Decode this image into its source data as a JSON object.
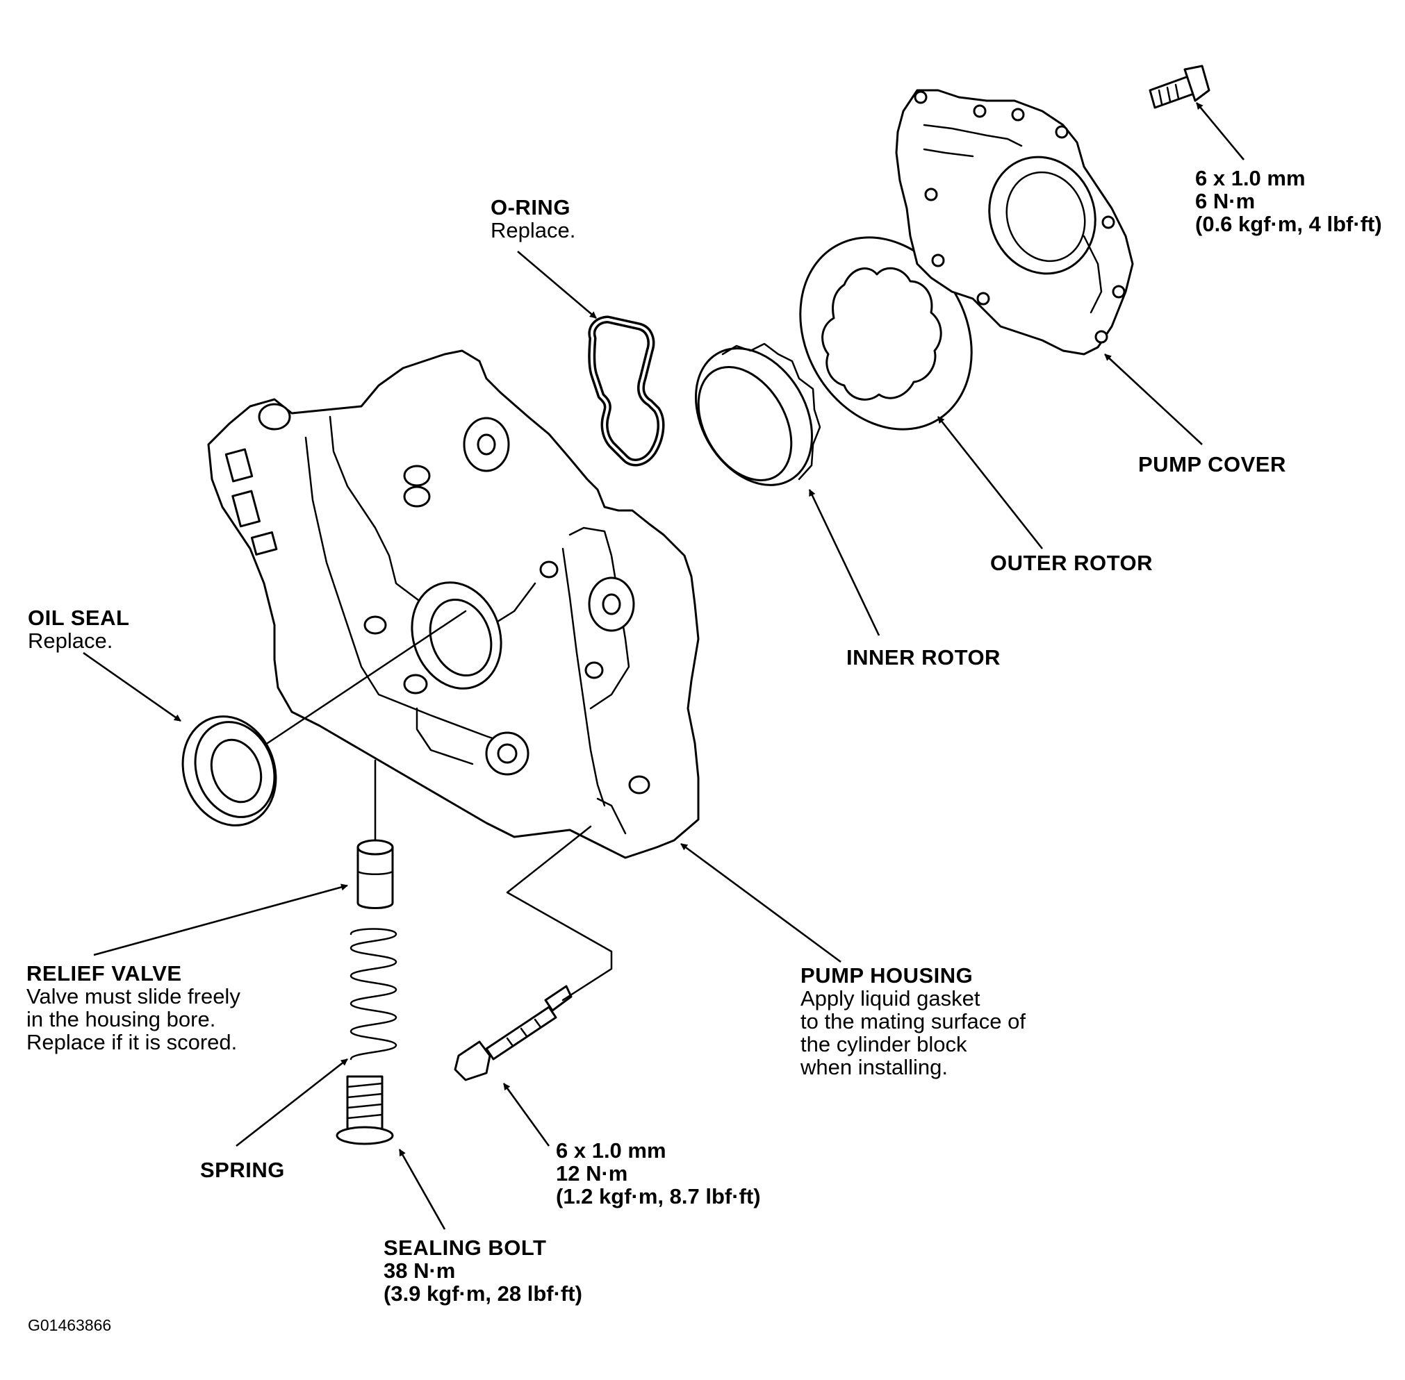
{
  "labels": {
    "o_ring": {
      "title": "O-RING",
      "note": "Replace."
    },
    "bolt_cover": {
      "size": "6 x 1.0 mm",
      "torque": "6 N·m",
      "torque_alt": "(0.6 kgf·m, 4 lbf·ft)"
    },
    "pump_cover": {
      "title": "PUMP COVER"
    },
    "outer_rotor": {
      "title": "OUTER ROTOR"
    },
    "inner_rotor": {
      "title": "INNER ROTOR"
    },
    "oil_seal": {
      "title": "OIL SEAL",
      "note": "Replace."
    },
    "relief_valve": {
      "title": "RELIEF VALVE",
      "lines": [
        "Valve must slide freely",
        "in the housing bore.",
        "Replace if it is scored."
      ]
    },
    "pump_housing": {
      "title": "PUMP HOUSING",
      "lines": [
        "Apply liquid gasket",
        "to the mating surface of",
        "the cylinder block",
        "when installing."
      ]
    },
    "spring": {
      "title": "SPRING"
    },
    "bolt_housing": {
      "size": "6 x 1.0 mm",
      "torque": "12 N·m",
      "torque_alt": "(1.2 kgf·m, 8.7 lbf·ft)"
    },
    "sealing_bolt": {
      "title": "SEALING BOLT",
      "torque": "38 N·m",
      "torque_alt": "(3.9 kgf·m, 28 lbf·ft)"
    }
  },
  "figure_code": "G01463866"
}
